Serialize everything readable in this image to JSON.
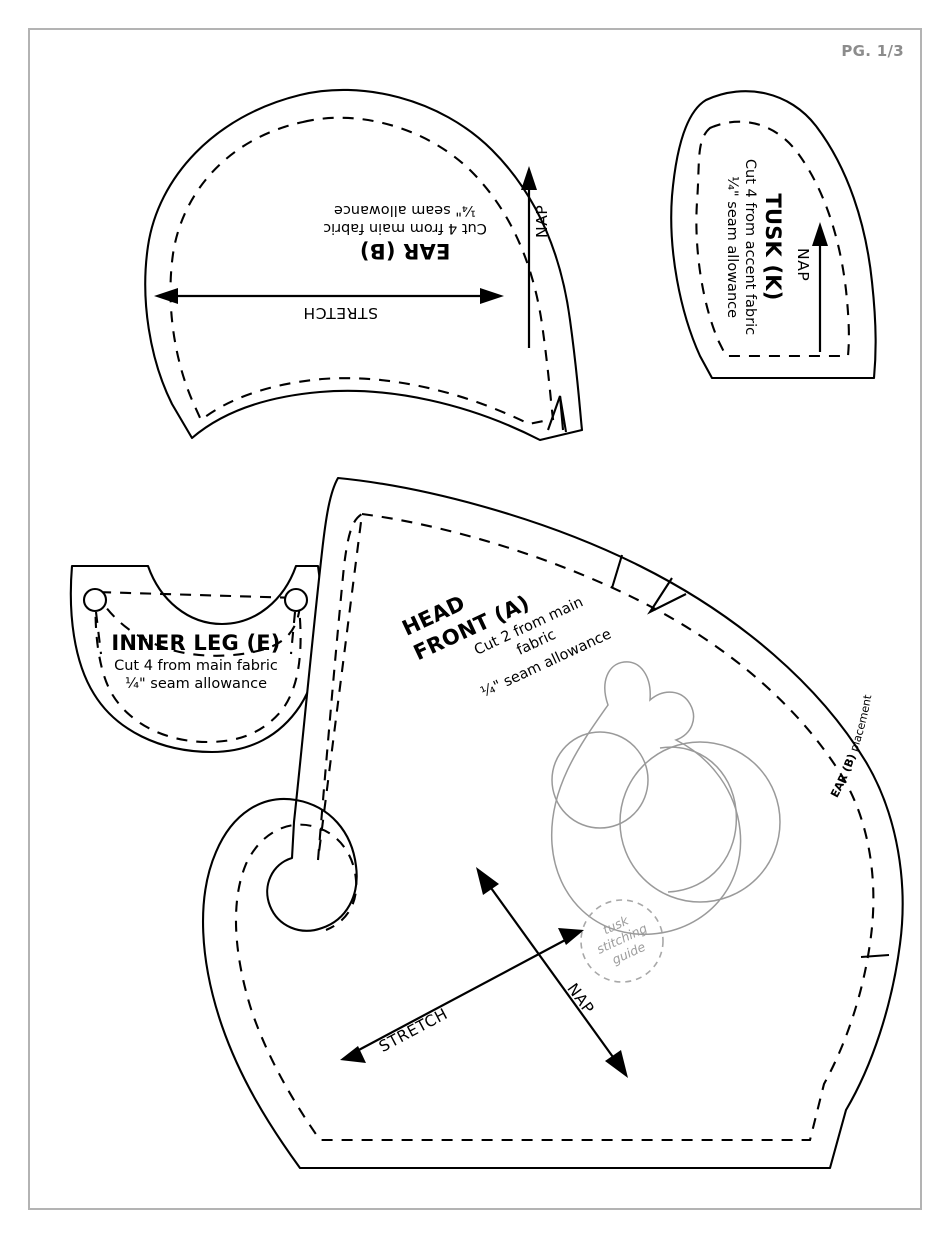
{
  "page": {
    "label": "PG. 1/3",
    "background_color": "#ffffff",
    "border_color": "#b3b3b3",
    "ink_color": "#000000",
    "guide_color": "#9d9d9d"
  },
  "pieces": [
    {
      "id": "ear-b",
      "title": "EAR (B)",
      "cut_instruction": "Cut 4 from main fabric",
      "seam_allowance": "¼\" seam allowance",
      "text_rotation_deg": 180,
      "grain_markers": [
        {
          "name": "NAP",
          "type": "single-arrow",
          "direction": "up"
        },
        {
          "name": "STRETCH",
          "type": "double-arrow",
          "direction": "horizontal"
        }
      ],
      "notches": 1
    },
    {
      "id": "tusk-k",
      "title": "TUSK (K)",
      "cut_instruction": "Cut 4 from accent fabric",
      "seam_allowance": "¼\" seam allowance",
      "text_rotation_deg": 90,
      "grain_markers": [
        {
          "name": "NAP",
          "type": "single-arrow",
          "direction": "up"
        }
      ],
      "notches": 0
    },
    {
      "id": "inner-leg-e",
      "title": "INNER LEG (E)",
      "cut_instruction": "Cut 4 from main fabric",
      "seam_allowance": "¼\" seam allowance",
      "text_rotation_deg": 0,
      "grain_markers": [],
      "drill_holes": 2
    },
    {
      "id": "head-front-a",
      "title_line1": "HEAD",
      "title_line2": "FRONT (A)",
      "cut_instruction_line1": "Cut 2 from main",
      "cut_instruction_line2": "fabric",
      "seam_allowance": "¼\" seam allowance",
      "text_rotation_deg": -25,
      "grain_markers": [
        {
          "name": "NAP",
          "type": "double-arrow",
          "direction": "diagonal-up-right"
        },
        {
          "name": "STRETCH",
          "type": "double-arrow",
          "direction": "diagonal-up-right"
        }
      ],
      "stitching_guide": {
        "line1": "tusk",
        "line2": "stitching",
        "line3": "guide"
      },
      "edge_label_bold": "EAR (B)",
      "edge_label_rest": " placement",
      "notches": 3
    }
  ]
}
